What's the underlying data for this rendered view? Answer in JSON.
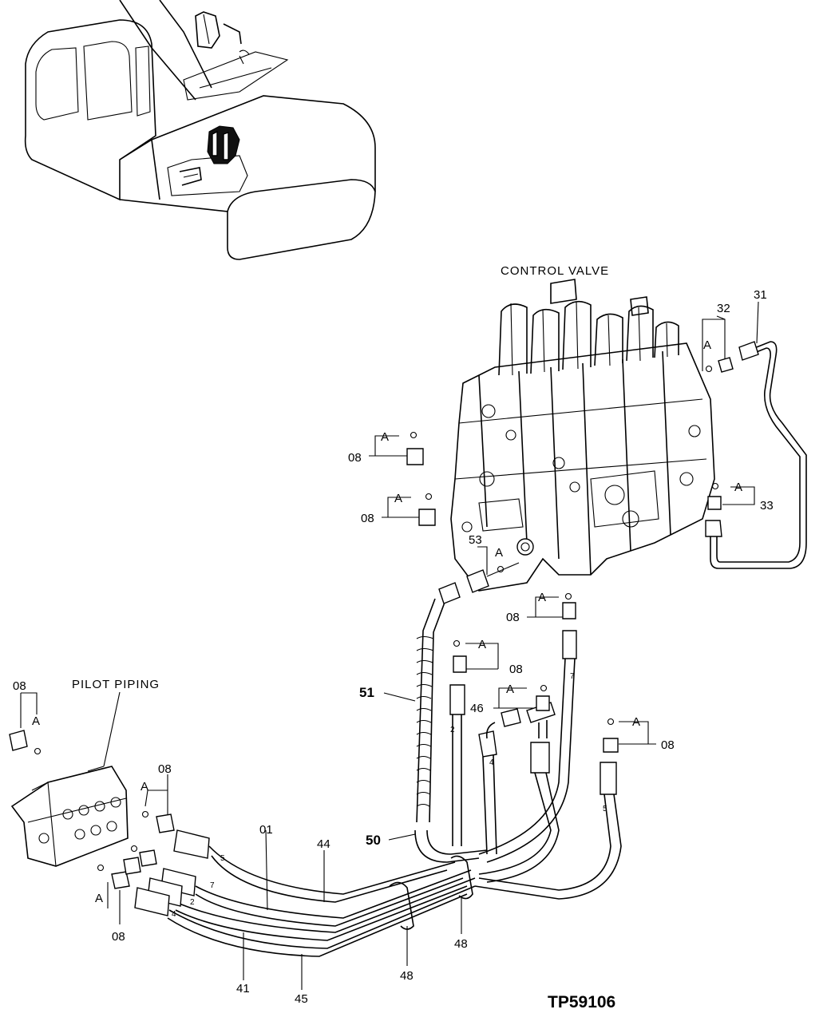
{
  "titles": {
    "control_valve": "CONTROL VALVE",
    "pilot_piping": "PILOT PIPING"
  },
  "drawing_code": "TP59106",
  "callouts": {
    "c31": "31",
    "c32": "32",
    "c33": "33",
    "c53": "53",
    "c51": "51",
    "c50": "50",
    "c46": "46",
    "c01": "01",
    "c44": "44",
    "c41": "41",
    "c45": "45",
    "c48a": "48",
    "c48b": "48",
    "c08_v1": "08",
    "c08_v2": "08",
    "c08_v3": "08",
    "c08_v4": "08",
    "c08_v5": "08",
    "c08_p1": "08",
    "c08_p2": "08",
    "c08_p3": "08"
  },
  "detail_mark": "A",
  "hose_marks": {
    "h5a": "5",
    "h7a": "7",
    "h2a": "2",
    "h4a": "4",
    "h2b": "2",
    "h4b": "4",
    "h7b": "7",
    "h5b": "5"
  }
}
